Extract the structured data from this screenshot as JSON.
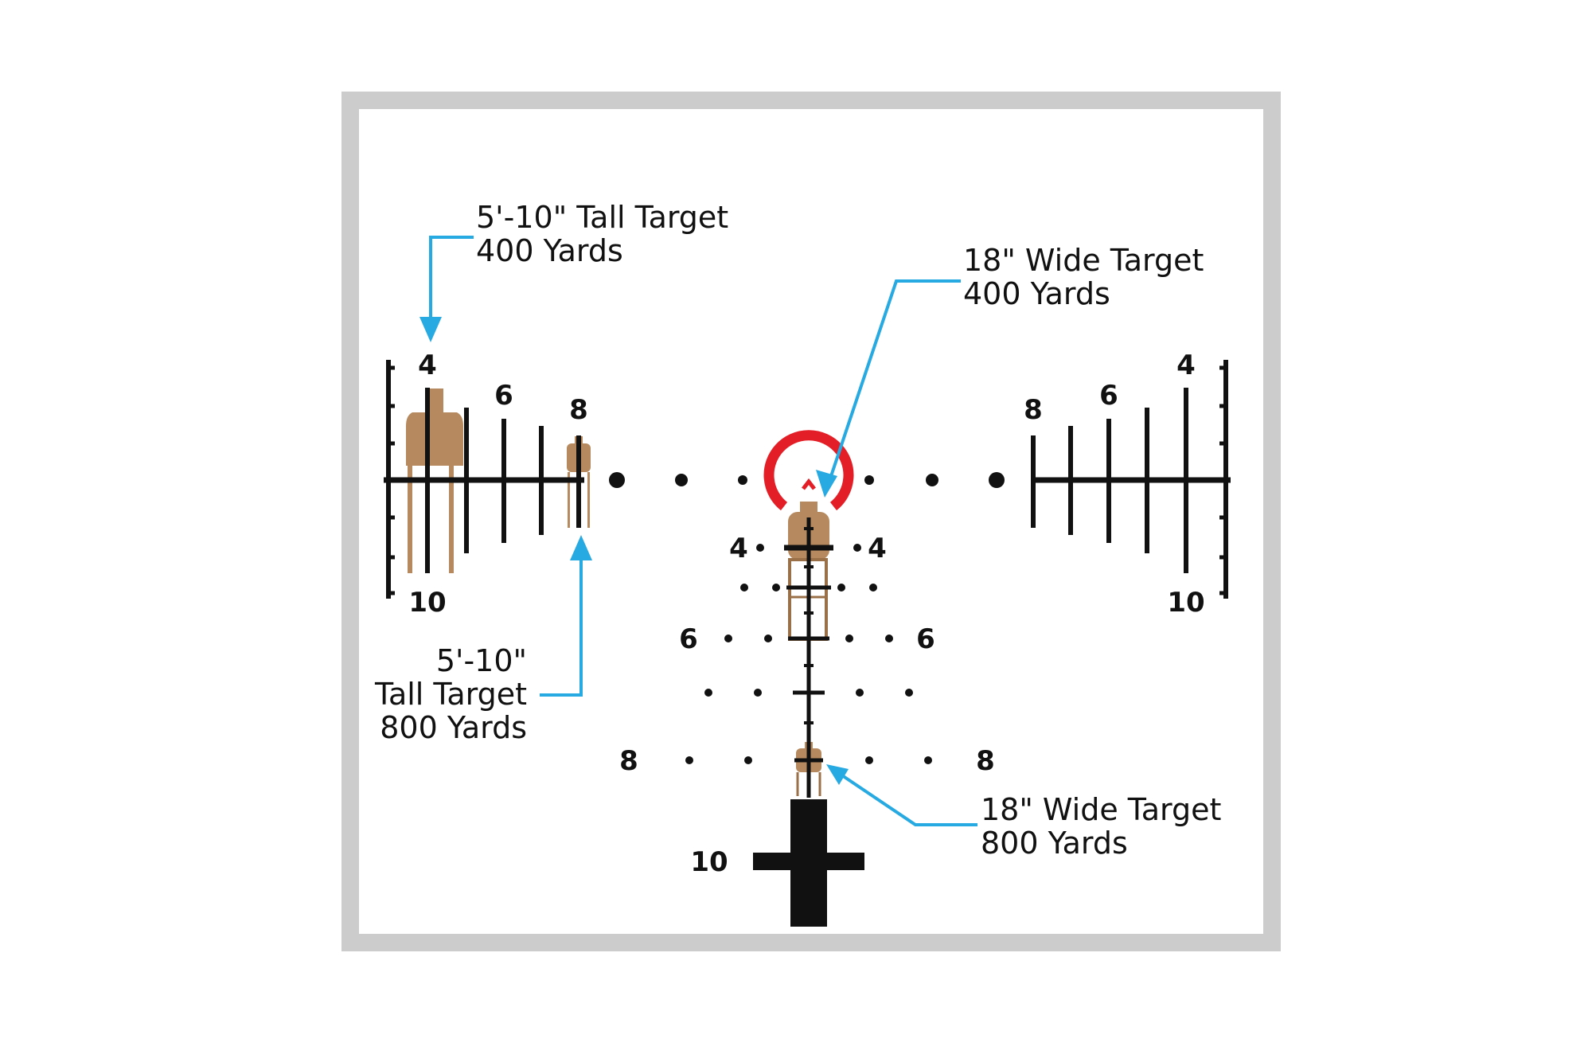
{
  "colors": {
    "frame": "#cccccc",
    "reticle": "#111111",
    "target": "#b68a5e",
    "target_outline": "#9a7048",
    "ring": "#e41e26",
    "callout_arrow": "#27a9e1"
  },
  "callouts": {
    "tall_400": {
      "line1": "5'-10\" Tall Target",
      "line2": "400 Yards"
    },
    "wide_400": {
      "line1": "18\" Wide Target",
      "line2": "400 Yards"
    },
    "tall_800": {
      "line1": "5'-10\"",
      "line2": "Tall Target",
      "line3": "800 Yards"
    },
    "wide_800": {
      "line1": "18\" Wide Target",
      "line2": "800 Yards"
    }
  },
  "left_scale": {
    "label_4": "4",
    "label_6": "6",
    "label_8": "8",
    "label_10": "10"
  },
  "right_scale": {
    "label_4": "4",
    "label_6": "6",
    "label_8": "8",
    "label_10": "10"
  },
  "center_scale": {
    "row4_left": "4",
    "row4_right": "4",
    "row6_left": "6",
    "row6_right": "6",
    "row8_left": "8",
    "row8_right": "8",
    "row10": "10"
  },
  "icons": {
    "red_ring": "horseshoe-ring",
    "center_chevron": "chevron-up-icon"
  }
}
